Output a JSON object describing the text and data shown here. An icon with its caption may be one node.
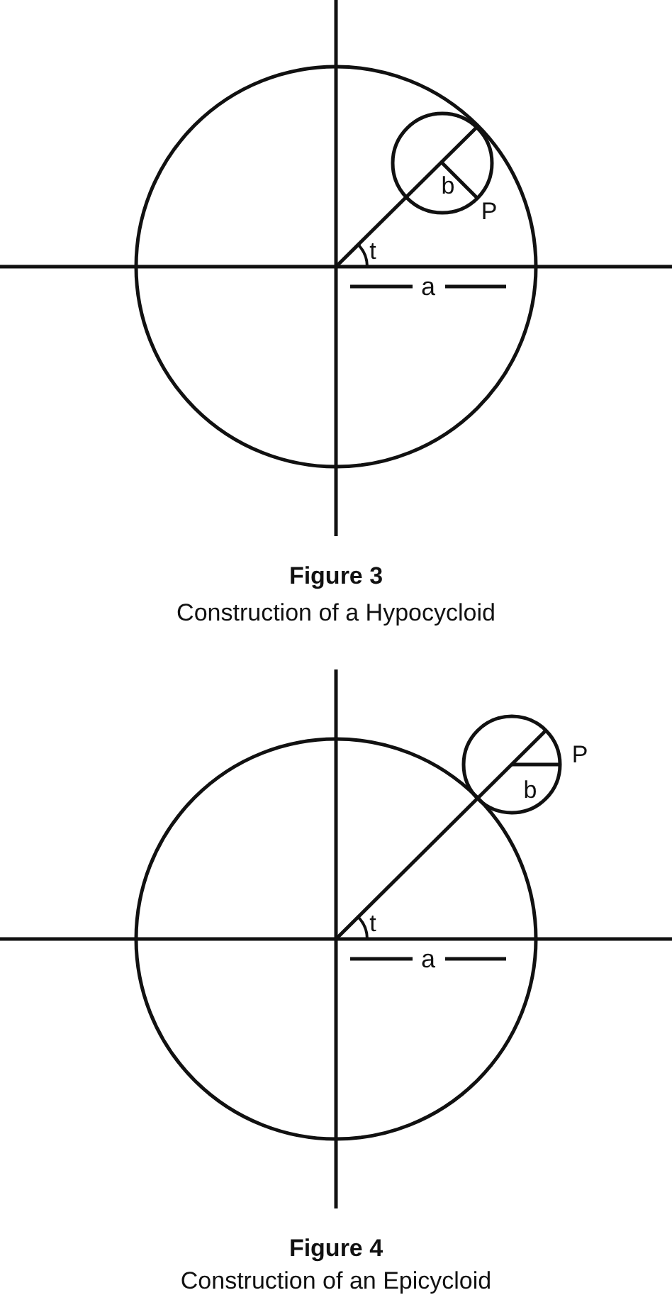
{
  "diagram": {
    "labels": [
      "b",
      "P",
      "t",
      "a",
      "Figure 3",
      "Construction of a Hypocycloid",
      "b",
      "P",
      "t",
      "a",
      "Figure 4",
      "Construction of an Epicycloid"
    ]
  }
}
